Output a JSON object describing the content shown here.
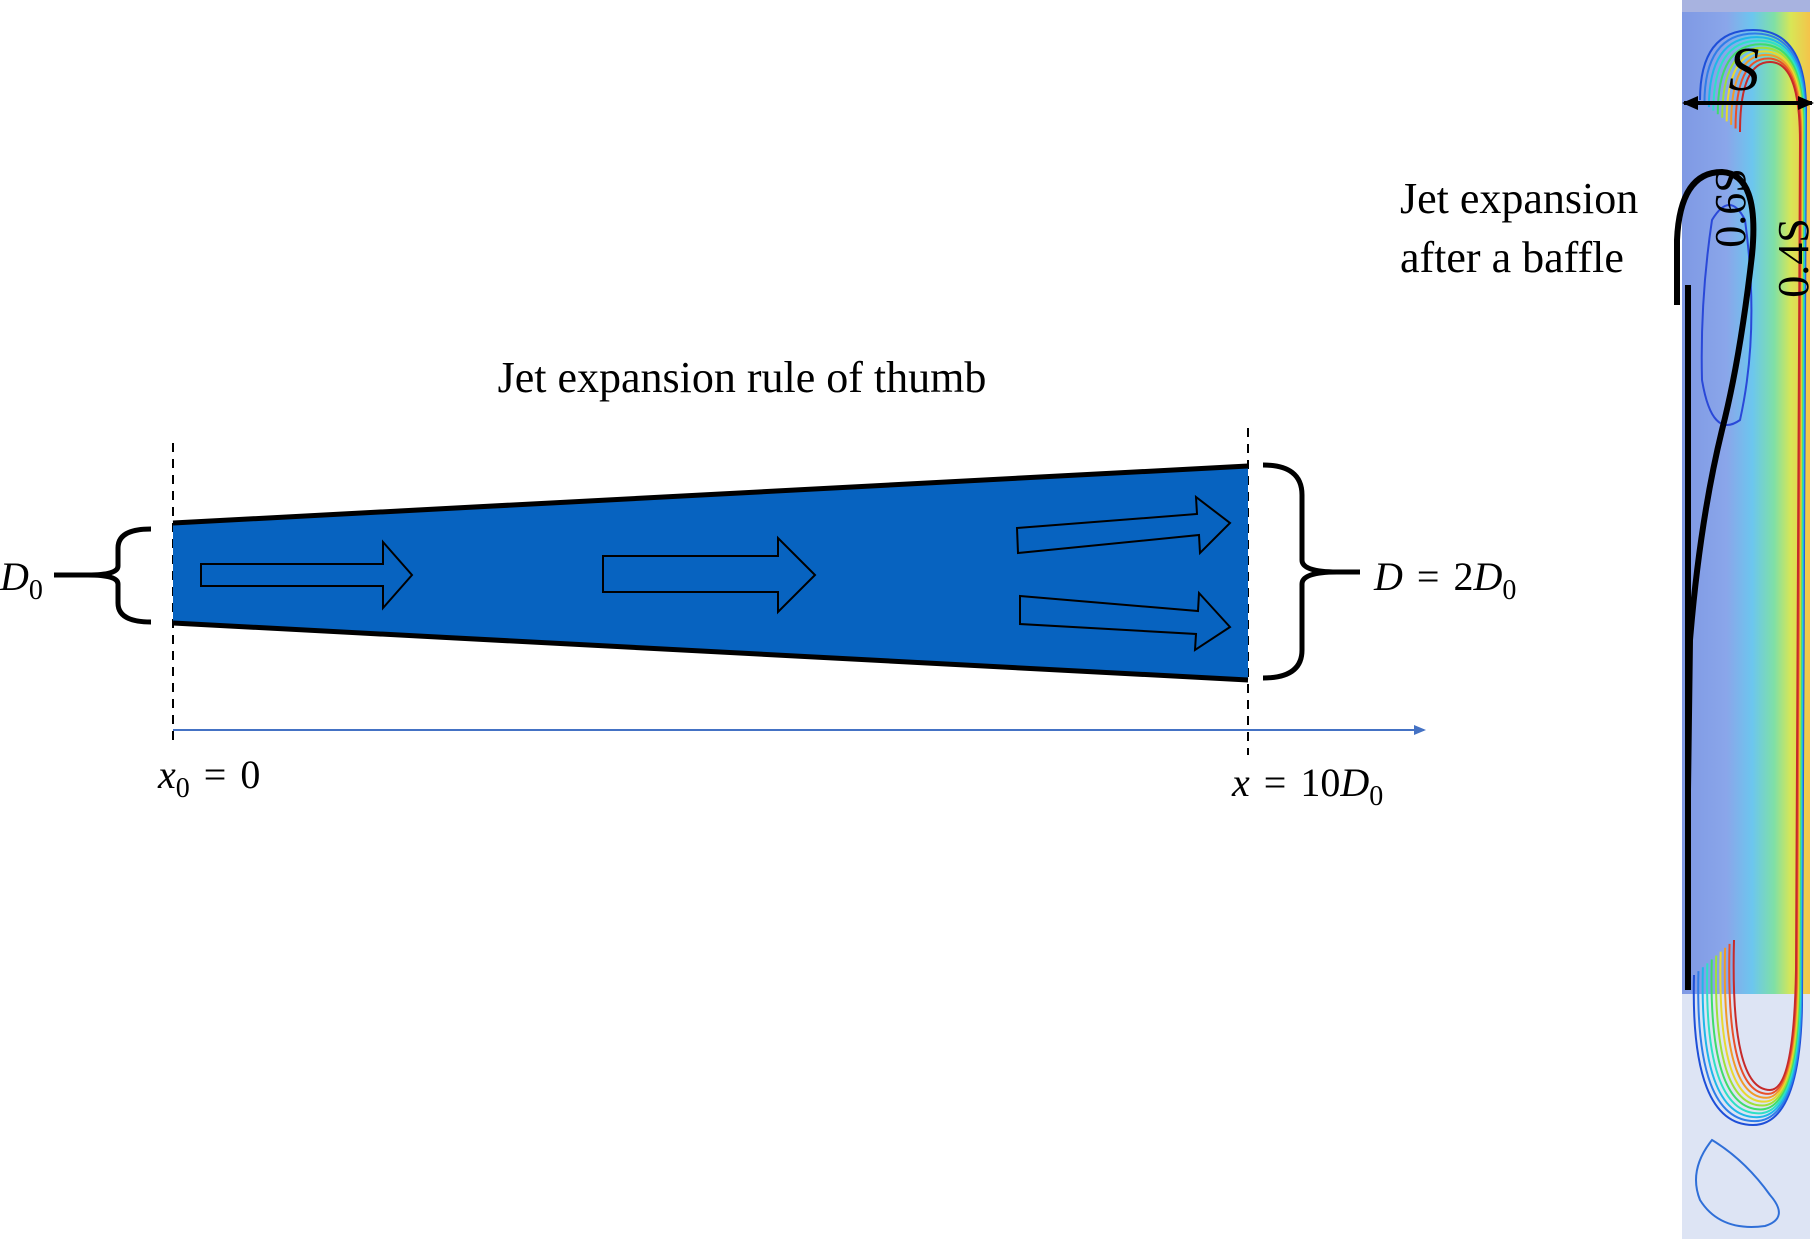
{
  "left_diagram": {
    "title": "Jet expansion rule of thumb",
    "jet_color": "#0763C0",
    "inlet_diameter_label": {
      "symbol": "D",
      "subscript": "0"
    },
    "outlet_diameter_label": {
      "lhs": "D",
      "eq": "=",
      "coef": "2",
      "symbol": "D",
      "subscript": "0"
    },
    "start_label": {
      "symbol": "x",
      "subscript": "0",
      "eq": "=",
      "value": "0"
    },
    "end_label": {
      "symbol": "x",
      "eq": "=",
      "coef": "10",
      "d_symbol": "D",
      "subscript": "0"
    },
    "axis_color": "#4472C4"
  },
  "right_panel": {
    "caption_line1": "Jet expansion",
    "caption_line2": "after a baffle",
    "spacing_label": "S",
    "inner_fraction_label": "0.6S",
    "outer_fraction_label": "0.4S",
    "contour_colors": [
      "#1e4fd8",
      "#2f7de8",
      "#1fb7e8",
      "#2ee0c6",
      "#3fdc6c",
      "#9fe03a",
      "#e8d832",
      "#f09a2a",
      "#e8502a",
      "#c62a2a"
    ]
  }
}
